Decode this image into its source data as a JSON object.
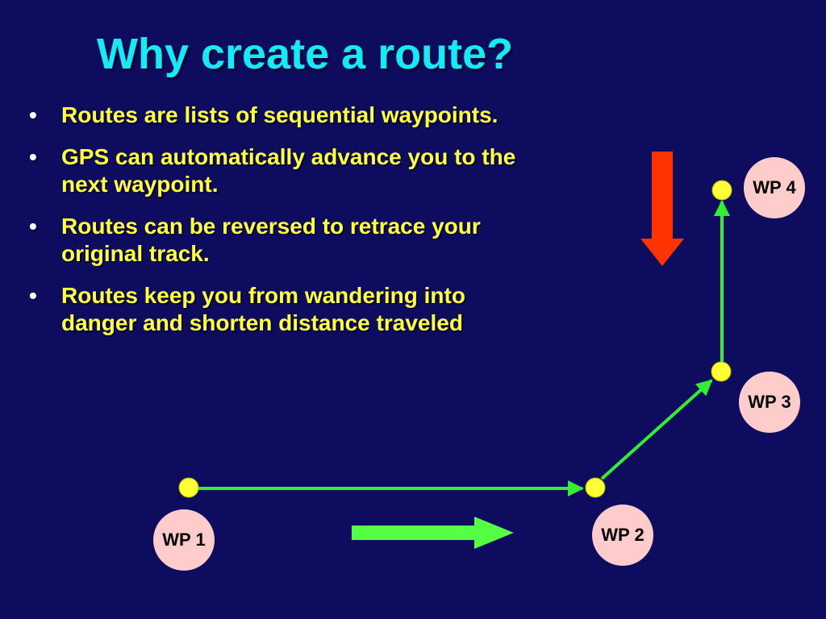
{
  "title": "Why create a route?",
  "bullets": [
    {
      "marker": "•",
      "text": "Routes are lists of  sequential waypoints."
    },
    {
      "marker": "•",
      "text": "GPS can automatically advance you to the next waypoint."
    },
    {
      "marker": "•",
      "text": "Routes can be reversed to retrace your original track."
    },
    {
      "marker": "•",
      "text": "Routes keep you from wandering into danger and shorten distance traveled"
    }
  ],
  "waypoints": [
    {
      "label": "WP 1"
    },
    {
      "label": "WP 2"
    },
    {
      "label": "WP 3"
    },
    {
      "label": "WP 4"
    }
  ],
  "colors": {
    "background": "#0d0c5e",
    "title": "#13ecf5",
    "bullet_text": "#ffff3c",
    "waypoint_dot": "#ffff33",
    "waypoint_label_bg": "#ffcccc",
    "route_line": "#33ee33",
    "forward_arrow": "#55ff44",
    "reverse_arrow": "#ff3300"
  }
}
